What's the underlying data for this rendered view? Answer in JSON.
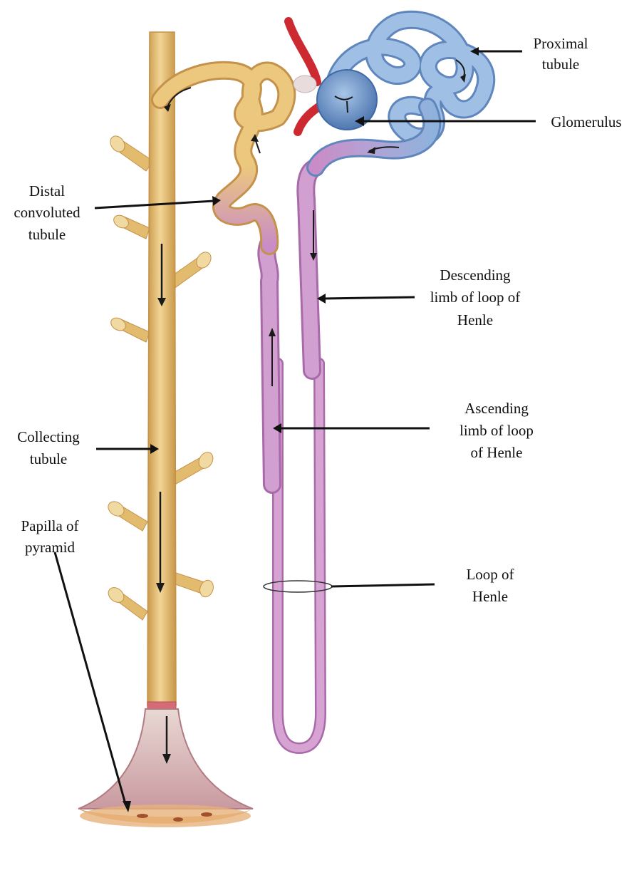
{
  "labels": {
    "proximal_tubule": [
      "Proximal",
      "tubule"
    ],
    "glomerulus": [
      "Glomerulus"
    ],
    "distal_convoluted_tubule": [
      "Distal",
      "convoluted",
      "tubule"
    ],
    "descending_limb": [
      "Descending",
      "limb of loop of",
      "Henle"
    ],
    "ascending_limb": [
      "Ascending",
      "limb of loop",
      "of Henle"
    ],
    "collecting_tubule": [
      "Collecting",
      "tubule"
    ],
    "loop_of_henle": [
      "Loop of",
      "Henle"
    ],
    "papilla_of_pyramid": [
      "Papilla of",
      "pyramid"
    ]
  },
  "colors": {
    "proximal_blue": "#8fb2dc",
    "proximal_blue_dark": "#5f86bd",
    "distal_tan": "#ecc77e",
    "collecting_tan": "#e3bb6e",
    "henle_purple": "#c98cc6",
    "henle_purple_dark": "#a86aa9",
    "artery_red": "#cc2a30",
    "papilla_pink": "#c9848c"
  }
}
